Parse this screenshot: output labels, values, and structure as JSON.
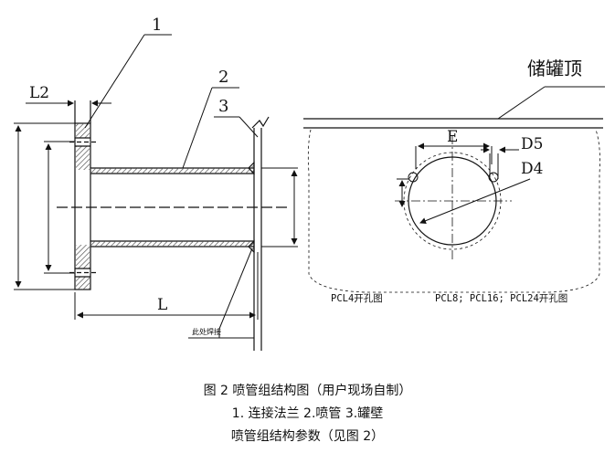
{
  "labels": {
    "part1": "1",
    "part2": "2",
    "part3": "3",
    "dim_l2": "L2",
    "dim_l": "L",
    "weld_note": "此处焊接",
    "tank_top": "储罐顶",
    "dim_e": "E",
    "dim_d5": "D5",
    "dim_d4": "D4",
    "pcl4": "PCL4开孔图",
    "pcl_multi": "PCL8; PCL16; PCL24开孔图"
  },
  "captions": {
    "figure_title": "图 2  喷管组结构图（用户现场自制）",
    "parts_list": "1.   连接法兰 2.喷管  3.罐壁",
    "params": "喷管组结构参数（见图 2）"
  },
  "colors": {
    "line": "#111111",
    "hatch": "#555555"
  }
}
